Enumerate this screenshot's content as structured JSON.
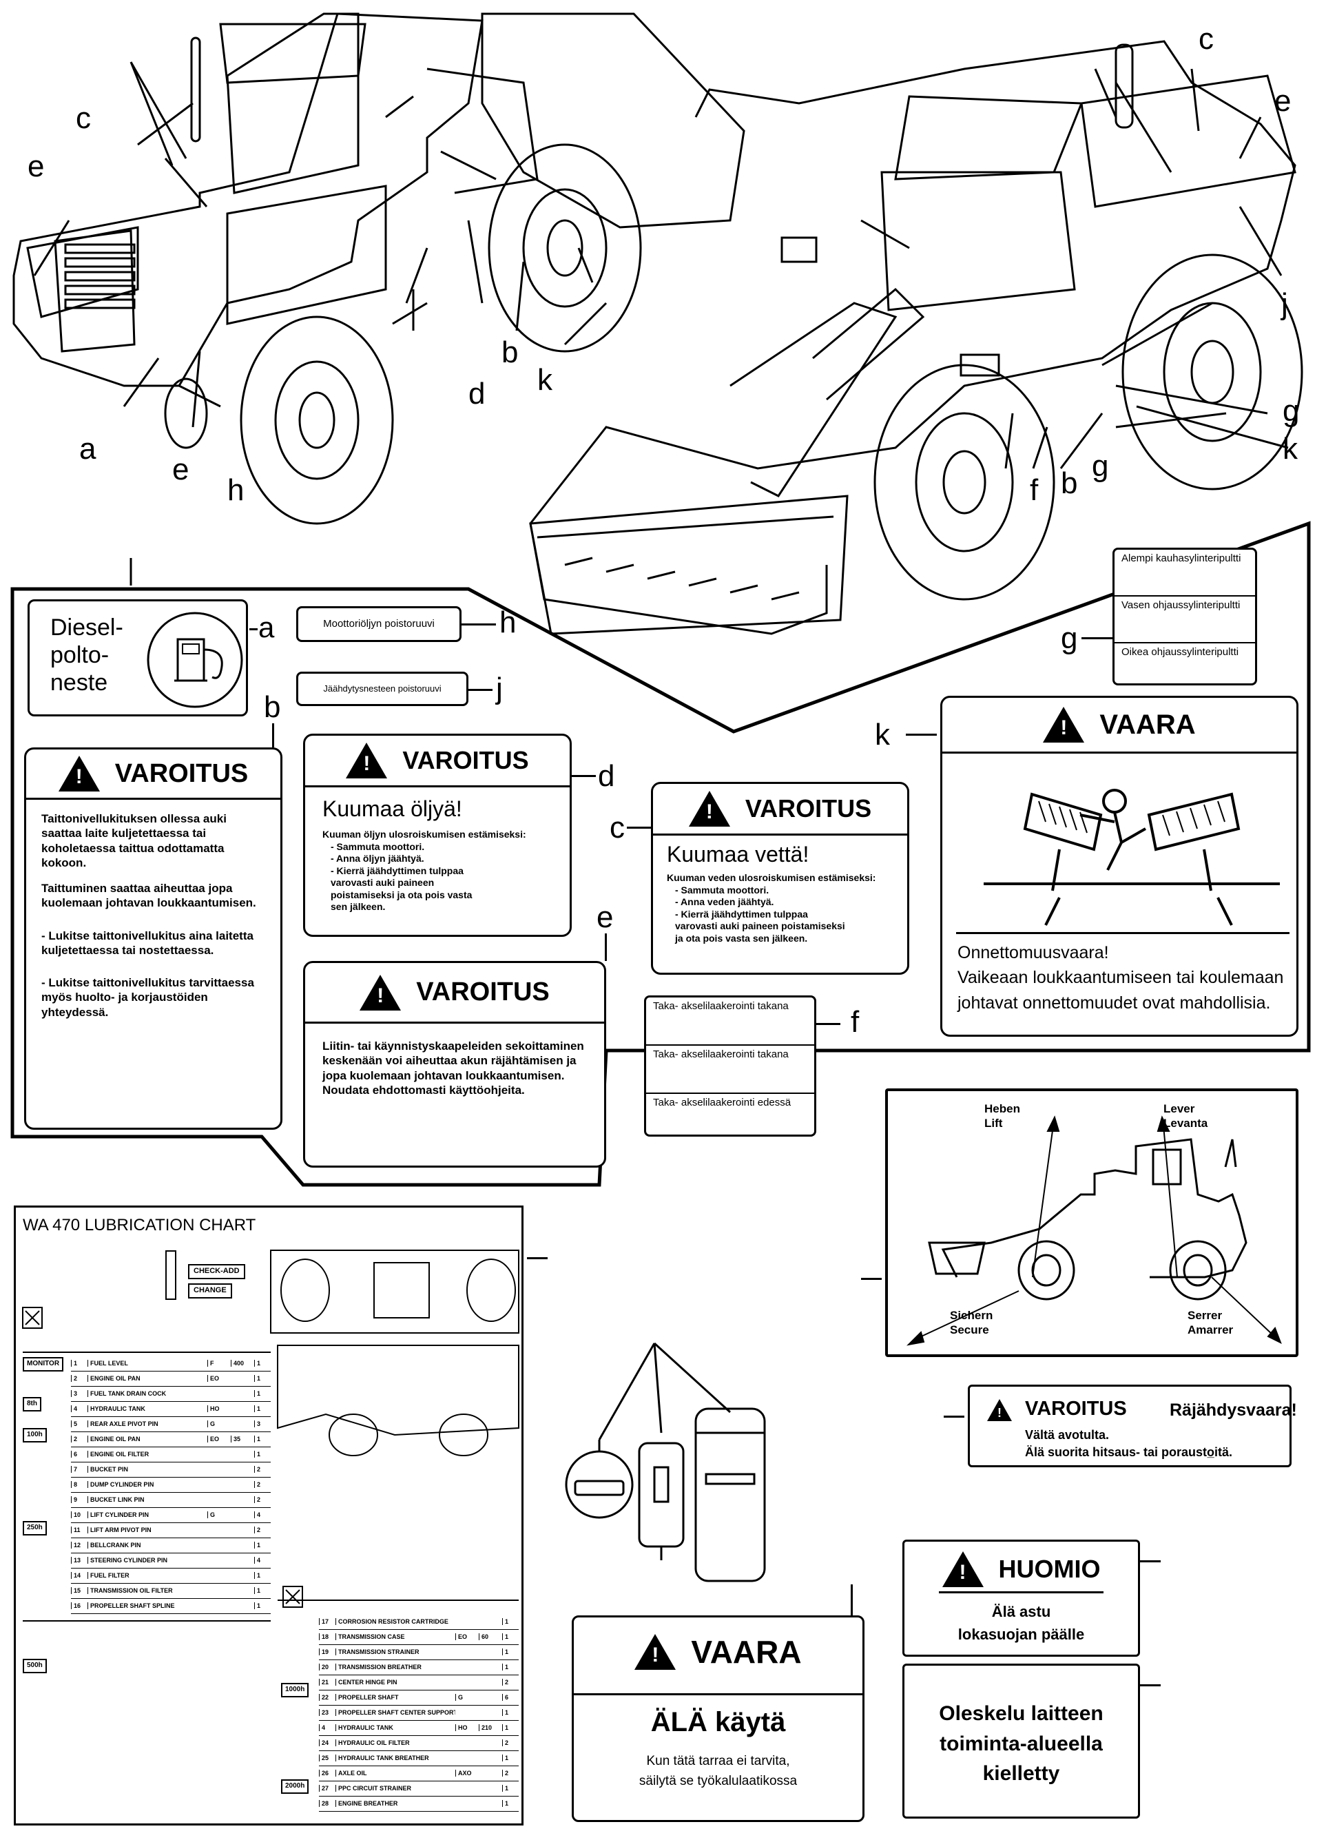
{
  "callout_letters": {
    "left_machine": [
      "e",
      "c",
      "a",
      "e",
      "h",
      "b",
      "d",
      "k"
    ],
    "right_machine": [
      "c",
      "e",
      "j",
      "g",
      "k",
      "f",
      "b",
      "g"
    ]
  },
  "label_a": {
    "letter": "a",
    "text_lines": [
      "Diesel-",
      "polto-",
      "neste"
    ],
    "icon": "fuel-pump-icon"
  },
  "label_h": {
    "letter": "h",
    "text": "Moottoriöljyn poistoruuvi"
  },
  "label_j": {
    "letter": "j",
    "text": "Jäähdytysnesteen poistoruuvi"
  },
  "label_g": {
    "letter": "g",
    "rows": [
      "Alempi kauhasylinteripultti",
      "Vasen ohjaussylinteripultti",
      "Oikea ohjaussylinteripultti"
    ]
  },
  "label_b": {
    "letter": "b",
    "title": "VAROITUS",
    "paragraphs": [
      "Taittonivellukituksen ollessa auki saattaa laite kuljetettaessa tai koholetaessa taittua odottamatta kokoon.",
      "Taittuminen saattaa aiheuttaa jopa kuolemaan johtavan loukkaantumisen.",
      "- Lukitse taittonivellukitus aina laitetta kuljetettaessa tai nostettaessa.",
      "- Lukitse taittonivellukitus tarvittaessa myös huolto- ja korjaustöiden yhteydessä."
    ]
  },
  "label_d": {
    "letter": "d",
    "title": "VAROITUS",
    "headline": "Kuumaa öljyä!",
    "lead": "Kuuman öljyn ulosroiskumisen estämiseksi:",
    "items": [
      "- Sammuta moottori.",
      "- Anna öljyn jäähtyä.",
      "- Kierrä jäähdyttimen tulppaa varovasti auki paineen poistamiseksi ja ota pois vasta sen jälkeen."
    ]
  },
  "label_c": {
    "letter": "c",
    "title": "VAROITUS",
    "headline": "Kuumaa vettä!",
    "lead": "Kuuman veden ulosroiskumisen estämiseksi:",
    "items": [
      "- Sammuta moottori.",
      "- Anna veden jäähtyä.",
      "- Kierrä jäähdyttimen tulppaa varovasti auki paineen poistamiseksi ja ota pois vasta sen jälkeen."
    ]
  },
  "label_e": {
    "letter": "e",
    "title": "VAROITUS",
    "text": "Liitin- tai käynnistyskaapeleiden sekoittaminen keskenään voi aiheuttaa akun räjähtämisen ja jopa kuolemaan johtavan loukkaantumisen. Noudata ehdottomasti käyttöohjeita."
  },
  "label_f": {
    "letter": "f",
    "rows": [
      "Taka- akselilaakerointi takana",
      "Taka- akselilaakerointi takana",
      "Taka- akselilaakerointi edessä"
    ]
  },
  "label_k": {
    "letter": "k",
    "title": "VAARA",
    "lines": [
      "Onnettomuusvaara!",
      "Vaikeaan loukkaantumiseen tai koulemaan",
      "johtavat onnettomuudet ovat mahdollisia."
    ]
  },
  "lift_label": {
    "top_left": [
      "Heben",
      "Lift"
    ],
    "top_right": [
      "Lever",
      "Levanta"
    ],
    "bottom_left": [
      "Sichern",
      "Secure"
    ],
    "bottom_right": [
      "Serrer",
      "Amarrer"
    ]
  },
  "explosion_label": {
    "title": "VAROITUS",
    "headline": "Räjähdysvaara!",
    "lines": [
      "Vältä avotulta.",
      "Älä suorita hitsaus- tai porausto̲itä."
    ]
  },
  "huomio_label": {
    "title": "HUOMIO",
    "lines": [
      "Älä astu",
      "lokasuojan päälle"
    ]
  },
  "stay_label": {
    "lines": [
      "Oleskelu laitteen",
      "toiminta-alueella",
      "kielletty"
    ]
  },
  "vaara_tool_label": {
    "title": "VAARA",
    "headline": "ÄLÄ käytä",
    "lines": [
      "Kun tätä tarraa ei tarvita,",
      "säilytä se työkalulaatikossa"
    ]
  },
  "lube_chart": {
    "title": "WA 470 LUBRICATION CHART",
    "tags": [
      "CHECK-ADD",
      "CHANGE"
    ],
    "intervals": [
      "MONITOR",
      "8th",
      "100h",
      "250h",
      "500h",
      "1000h",
      "2000h"
    ],
    "left_rows": [
      {
        "no": "1",
        "item": "FUEL LEVEL",
        "code": "F",
        "val": "400",
        "q": "1"
      },
      {
        "no": "2",
        "item": "ENGINE OIL PAN",
        "code": "EO",
        "val": "",
        "q": "1"
      },
      {
        "no": "3",
        "item": "FUEL TANK DRAIN COCK",
        "code": "",
        "val": "",
        "q": "1"
      },
      {
        "no": "4",
        "item": "HYDRAULIC TANK",
        "code": "HO",
        "val": "",
        "q": "1"
      },
      {
        "no": "5",
        "item": "REAR AXLE PIVOT PIN",
        "code": "G",
        "val": "",
        "q": "3"
      },
      {
        "no": "2",
        "item": "ENGINE OIL PAN",
        "code": "EO",
        "val": "35",
        "q": "1"
      },
      {
        "no": "6",
        "item": "ENGINE OIL FILTER",
        "code": "",
        "val": "",
        "q": "1"
      },
      {
        "no": "7",
        "item": "BUCKET PIN",
        "code": "",
        "val": "",
        "q": "2"
      },
      {
        "no": "8",
        "item": "DUMP CYLINDER PIN",
        "code": "",
        "val": "",
        "q": "2"
      },
      {
        "no": "9",
        "item": "BUCKET LINK PIN",
        "code": "",
        "val": "",
        "q": "2"
      },
      {
        "no": "10",
        "item": "LIFT CYLINDER PIN",
        "code": "G",
        "val": "",
        "q": "4"
      },
      {
        "no": "11",
        "item": "LIFT ARM PIVOT PIN",
        "code": "",
        "val": "",
        "q": "2"
      },
      {
        "no": "12",
        "item": "BELLCRANK PIN",
        "code": "",
        "val": "",
        "q": "1"
      },
      {
        "no": "13",
        "item": "STEERING CYLINDER PIN",
        "code": "",
        "val": "",
        "q": "4"
      },
      {
        "no": "14",
        "item": "FUEL FILTER",
        "code": "",
        "val": "",
        "q": "1"
      },
      {
        "no": "15",
        "item": "TRANSMISSION OIL FILTER",
        "code": "",
        "val": "",
        "q": "1"
      },
      {
        "no": "16",
        "item": "PROPELLER SHAFT SPLINE",
        "code": "",
        "val": "",
        "q": "1"
      }
    ],
    "right_rows": [
      {
        "no": "17",
        "item": "CORROSION RESISTOR CARTRIDGE",
        "code": "",
        "val": "",
        "q": "1"
      },
      {
        "no": "18",
        "item": "TRANSMISSION CASE",
        "code": "EO",
        "val": "60",
        "q": "1"
      },
      {
        "no": "19",
        "item": "TRANSMISSION STRAINER",
        "code": "",
        "val": "",
        "q": "1"
      },
      {
        "no": "20",
        "item": "TRANSMISSION BREATHER",
        "code": "",
        "val": "",
        "q": "1"
      },
      {
        "no": "21",
        "item": "CENTER HINGE PIN",
        "code": "",
        "val": "",
        "q": "2"
      },
      {
        "no": "22",
        "item": "PROPELLER SHAFT",
        "code": "G",
        "val": "",
        "q": "6"
      },
      {
        "no": "23",
        "item": "PROPELLER SHAFT CENTER SUPPORT",
        "code": "",
        "val": "",
        "q": "1"
      },
      {
        "no": "4",
        "item": "HYDRAULIC TANK",
        "code": "HO",
        "val": "210",
        "q": "1"
      },
      {
        "no": "24",
        "item": "HYDRAULIC OIL FILTER",
        "code": "",
        "val": "",
        "q": "2"
      },
      {
        "no": "25",
        "item": "HYDRAULIC TANK BREATHER",
        "code": "",
        "val": "",
        "q": "1"
      },
      {
        "no": "26",
        "item": "AXLE OIL",
        "code": "AXO",
        "val": "",
        "q": "2"
      },
      {
        "no": "27",
        "item": "PPC CIRCUIT STRAINER",
        "code": "",
        "val": "",
        "q": "1"
      },
      {
        "no": "28",
        "item": "ENGINE BREATHER",
        "code": "",
        "val": "",
        "q": "1"
      }
    ]
  }
}
